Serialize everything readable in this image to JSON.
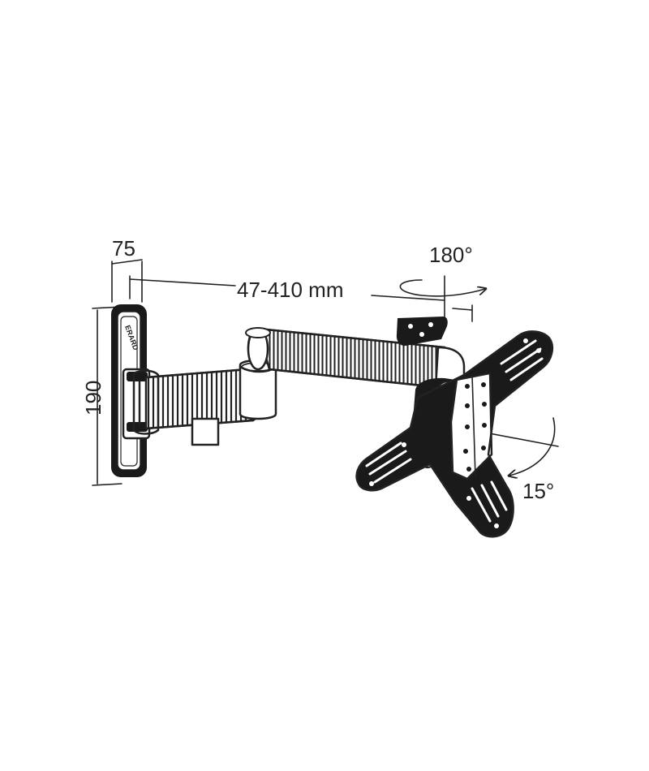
{
  "dimensions": {
    "depth_label": "75",
    "height_label": "190",
    "extension_label": "47-410 mm",
    "swivel_label": "180°",
    "tilt_label": "15°"
  },
  "branding": {
    "logo_text": "ERARD"
  },
  "colors": {
    "line": "#222222",
    "fill": "#1a1a1a",
    "background": "#ffffff"
  }
}
